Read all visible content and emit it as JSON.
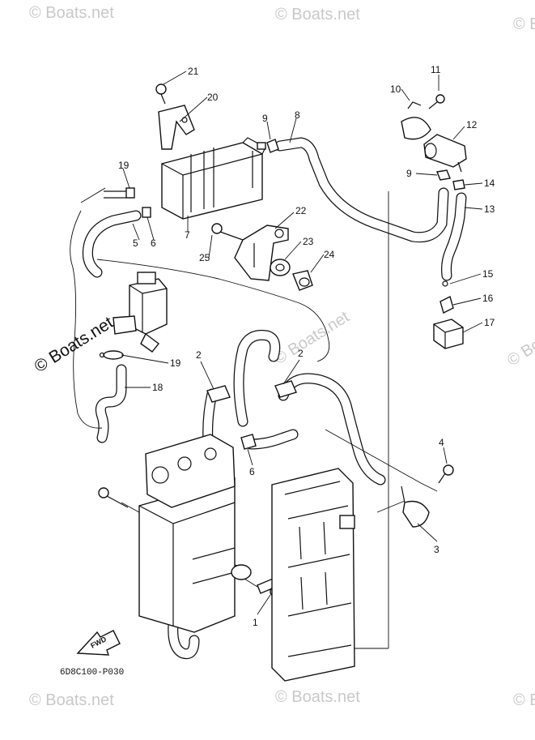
{
  "watermarks": {
    "corner": "© Boats.net",
    "side": "© Boats.net",
    "center": "© Boats.net"
  },
  "diagram_code": "6D8C100-P030",
  "fwd_label": "FWD",
  "callouts": [
    {
      "id": "1",
      "text": "1"
    },
    {
      "id": "2a",
      "text": "2"
    },
    {
      "id": "2b",
      "text": "2"
    },
    {
      "id": "3",
      "text": "3"
    },
    {
      "id": "4",
      "text": "4"
    },
    {
      "id": "5",
      "text": "5"
    },
    {
      "id": "6a",
      "text": "6"
    },
    {
      "id": "6b",
      "text": "6"
    },
    {
      "id": "7",
      "text": "7"
    },
    {
      "id": "8",
      "text": "8"
    },
    {
      "id": "9a",
      "text": "9"
    },
    {
      "id": "9b",
      "text": "9"
    },
    {
      "id": "10",
      "text": "10"
    },
    {
      "id": "11",
      "text": "11"
    },
    {
      "id": "12",
      "text": "12"
    },
    {
      "id": "13",
      "text": "13"
    },
    {
      "id": "14",
      "text": "14"
    },
    {
      "id": "15",
      "text": "15"
    },
    {
      "id": "16",
      "text": "16"
    },
    {
      "id": "17",
      "text": "17"
    },
    {
      "id": "18",
      "text": "18"
    },
    {
      "id": "19a",
      "text": "19"
    },
    {
      "id": "19b",
      "text": "19"
    },
    {
      "id": "20",
      "text": "20"
    },
    {
      "id": "21",
      "text": "21"
    },
    {
      "id": "22",
      "text": "22"
    },
    {
      "id": "23",
      "text": "23"
    },
    {
      "id": "24",
      "text": "24"
    },
    {
      "id": "25",
      "text": "25"
    }
  ]
}
